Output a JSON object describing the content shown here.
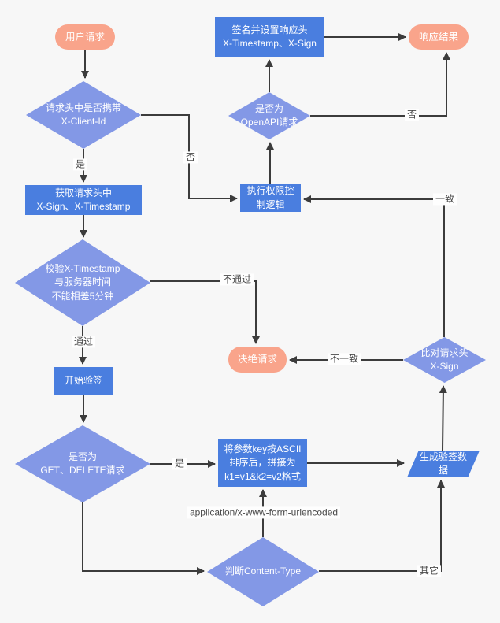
{
  "diagram": {
    "colors": {
      "background": "#F7F7F7",
      "process_fill": "#4A7EDF",
      "decision_fill": "#8398E6",
      "terminator_fill": "#F9A48B",
      "connector": "#3C3C3C",
      "edge_label_text": "#4A4A4A",
      "node_text": "#FFFFFF"
    },
    "nodes": {
      "user_request": {
        "type": "terminator",
        "label": "用户请求"
      },
      "has_client_id": {
        "type": "decision",
        "label": "请求头中是否携带\nX-Client-Id"
      },
      "get_headers": {
        "type": "process",
        "label": "获取请求头中\nX-Sign、X-Timestamp"
      },
      "check_timestamp": {
        "type": "decision",
        "label": "校验X-Timestamp\n与服务器时间\n不能相差5分钟"
      },
      "start_verify": {
        "type": "process",
        "label": "开始验签"
      },
      "is_get_delete": {
        "type": "decision",
        "label": "是否为\nGET、DELETE请求"
      },
      "sort_params": {
        "type": "process",
        "label": "将参数key按ASCII\n排序后，拼接为\nk1=v1&k2=v2格式"
      },
      "check_content_type": {
        "type": "decision",
        "label": "判断Content-Type"
      },
      "gen_sign_data": {
        "type": "data",
        "label": "生成验签数\n据"
      },
      "compare_sign": {
        "type": "decision",
        "label": "比对请求头\nX-Sign"
      },
      "reject_request": {
        "type": "terminator",
        "label": "决绝请求"
      },
      "exec_auth": {
        "type": "process",
        "label": "执行权限控\n制逻辑"
      },
      "is_openapi": {
        "type": "decision",
        "label": "是否为\nOpenAPI请求"
      },
      "sign_response": {
        "type": "process",
        "label": "签名并设置响应头\nX-Timestamp、X-Sign"
      },
      "response_result": {
        "type": "terminator",
        "label": "响应结果"
      }
    },
    "edge_labels": {
      "yes_client_id": "是",
      "no_client_id": "否",
      "fail": "不通过",
      "pass": "通过",
      "yes_get_delete": "是",
      "form_urlencoded": "application/x-www-form-urlencoded",
      "other": "其它",
      "mismatch": "不一致",
      "match": "一致",
      "no_openapi": "否"
    }
  }
}
